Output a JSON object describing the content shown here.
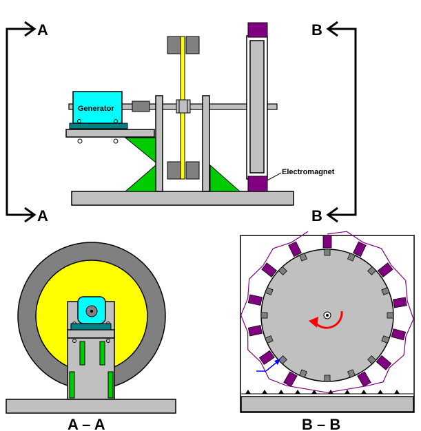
{
  "labels": {
    "section_a_top": "A",
    "section_a_bottom": "A",
    "section_b_top": "B",
    "section_b_bottom": "B",
    "generator": "Generator",
    "electromagnet": "Electromagnet",
    "view_a_caption": "A – A",
    "view_b_caption": "B – B"
  },
  "colors": {
    "steel": "#c0c0c0",
    "outline": "#000000",
    "generator_body": "#00ffff",
    "generator_base": "#008080",
    "electromagnet": "#800080",
    "support_gusset": "#00cc00",
    "belt": "#ffff00",
    "wheel_rim": "#808080",
    "wheel_face": "#ffff00",
    "rotation_arrow": "#ff0000",
    "sensor_arrow": "#0000ff",
    "dark_block": "#808080"
  }
}
